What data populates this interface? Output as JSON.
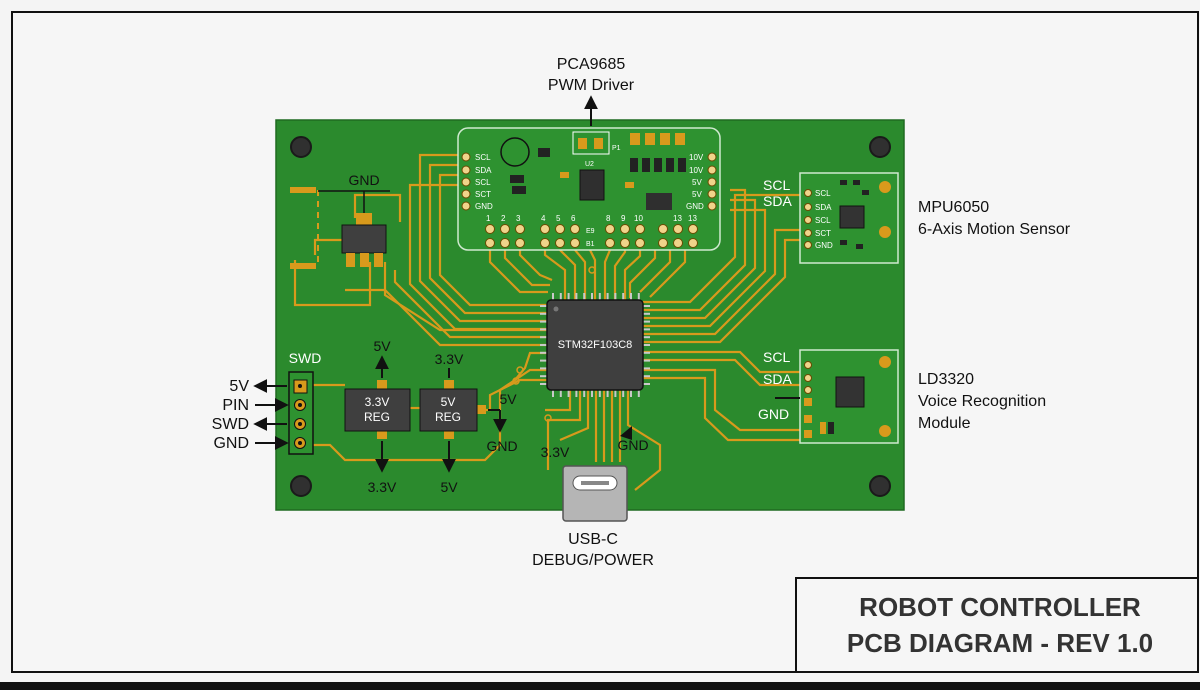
{
  "pwm": {
    "name": "PCA9685",
    "desc": "PWM Driver",
    "ref": "U2",
    "p1": "P1",
    "pins_left": [
      "SCL",
      "SDA",
      "SCL",
      "SCT",
      "GND"
    ],
    "pins_right": [
      "10V",
      "10V",
      "5V",
      "5V",
      "GND"
    ],
    "channels": [
      "1",
      "2",
      "3",
      "4",
      "5",
      "6",
      "8",
      "9",
      "10",
      "13",
      "13"
    ],
    "mark_e": "E9",
    "mark_b": "B1"
  },
  "mpu": {
    "name": "MPU6050",
    "desc": "6-Axis Motion Sensor",
    "pins": [
      "SCL",
      "SDA",
      "SCL",
      "SCT",
      "GND"
    ],
    "bus_scl": "SCL",
    "bus_sda": "SDA"
  },
  "ld": {
    "name": "LD3320",
    "desc1": "Voice Recognition",
    "desc2": "Module",
    "scl": "SCL",
    "sda": "SDA",
    "gnd": "GND"
  },
  "mcu": {
    "name": "STM32F103C8"
  },
  "power": {
    "gnd_top": "GND",
    "reg1": "3.3V",
    "reg2": "5V",
    "reg_suffix": "REG",
    "reg1_in": "5V",
    "reg1_out": "3.3V",
    "reg2_in": "3.3V",
    "reg2_out": "5V",
    "rail_5v": "5V",
    "gnd_mid": "GND"
  },
  "swd": {
    "title": "SWD",
    "pins": [
      "5V",
      "PIN",
      "SWD",
      "GND"
    ]
  },
  "usb": {
    "label1": "USB-C",
    "label2": "DEBUG/POWER",
    "v33": "3.3V",
    "gnd": "GND"
  },
  "title_block": {
    "line1": "ROBOT CONTROLLER",
    "line2": "PCB DIAGRAM - REV 1.0"
  },
  "colors": {
    "board": "#2b8a2d",
    "trace": "#d89a1c",
    "chip": "#3f3f3f"
  }
}
